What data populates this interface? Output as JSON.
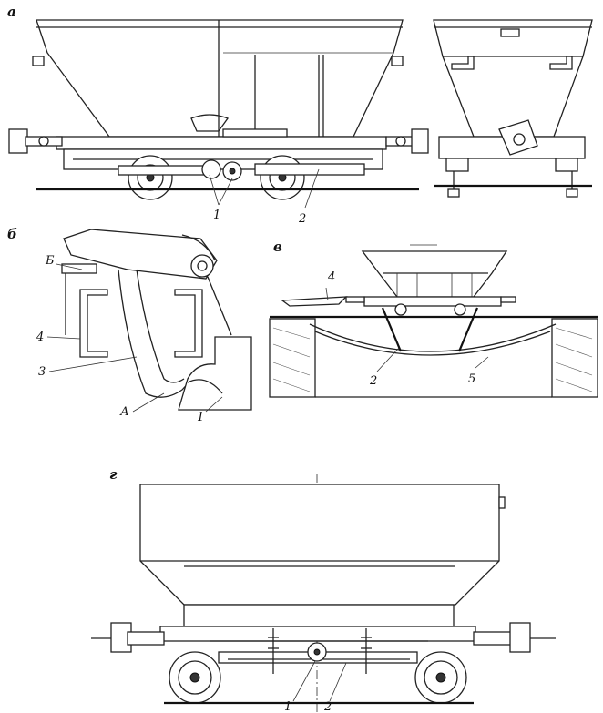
{
  "panels": {
    "a": {
      "letter": "а",
      "callouts": [
        "1",
        "2"
      ]
    },
    "b": {
      "letter": "б",
      "callouts": [
        "Б",
        "4",
        "3",
        "А",
        "1"
      ]
    },
    "v": {
      "letter": "в",
      "callouts": [
        "4",
        "2",
        "5"
      ]
    },
    "g": {
      "letter": "г",
      "callouts": [
        "1",
        "2"
      ]
    }
  },
  "colors": {
    "ink": "#111111",
    "paper": "#ffffff"
  }
}
